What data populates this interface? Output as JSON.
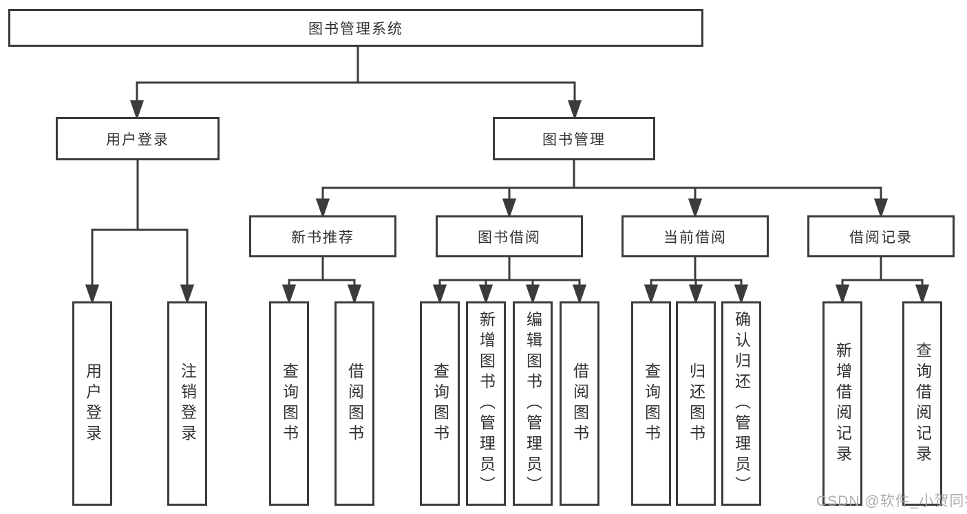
{
  "root": {
    "label": "图书管理系统"
  },
  "branches": {
    "user_login": {
      "label": "用户登录",
      "leaves": [
        "用户登录",
        "注销登录"
      ]
    },
    "book_management": {
      "label": "图书管理",
      "groups": [
        {
          "label": "新书推荐",
          "leaves": [
            "查询图书",
            "借阅图书"
          ]
        },
        {
          "label": "图书借阅",
          "leaves": [
            "查询图书",
            "新增图书（管理员）",
            "编辑图书（管理员）",
            "借阅图书"
          ]
        },
        {
          "label": "当前借阅",
          "leaves": [
            "查询图书",
            "归还图书",
            "确认归还（管理员）"
          ]
        },
        {
          "label": "借阅记录",
          "leaves": [
            "新增借阅记录",
            "查询借阅记录"
          ]
        }
      ]
    }
  },
  "watermark": "CSDN @软件_小贺同学",
  "colors": {
    "line": "#3b3b3b",
    "text": "#303030",
    "background": "#ffffff",
    "watermark": "#a5a5a5"
  }
}
